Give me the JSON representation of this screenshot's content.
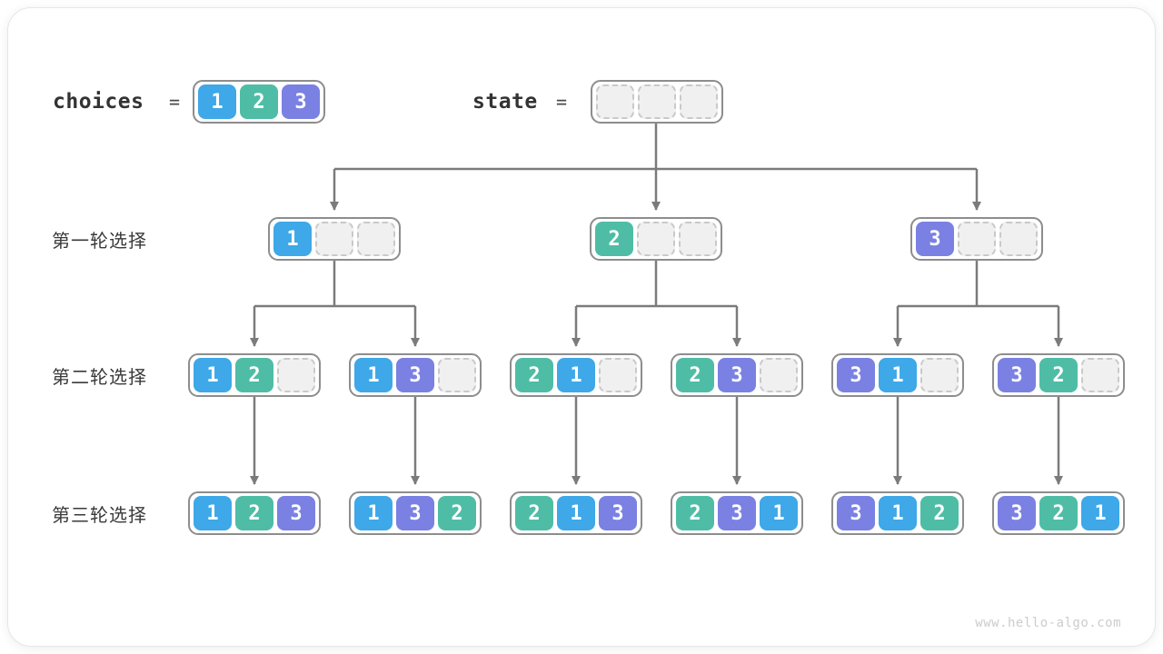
{
  "header": {
    "choices_label": "choices",
    "equals_sign": "=",
    "state_label": "state",
    "choices_values": [
      1,
      2,
      3
    ],
    "state_values": [
      null,
      null,
      null
    ]
  },
  "rows": [
    {
      "label": "第一轮选择",
      "nodes": [
        [
          1,
          null,
          null
        ],
        [
          2,
          null,
          null
        ],
        [
          3,
          null,
          null
        ]
      ]
    },
    {
      "label": "第二轮选择",
      "nodes": [
        [
          1,
          2,
          null
        ],
        [
          1,
          3,
          null
        ],
        [
          2,
          1,
          null
        ],
        [
          2,
          3,
          null
        ],
        [
          3,
          1,
          null
        ],
        [
          3,
          2,
          null
        ]
      ]
    },
    {
      "label": "第三轮选择",
      "nodes": [
        [
          1,
          2,
          3
        ],
        [
          1,
          3,
          2
        ],
        [
          2,
          1,
          3
        ],
        [
          2,
          3,
          1
        ],
        [
          3,
          1,
          2
        ],
        [
          3,
          2,
          1
        ]
      ]
    }
  ],
  "colors": {
    "value1": "#3EA8E8",
    "value2": "#4FBDA6",
    "value3": "#7A81E3",
    "arrow": "#7b7b7b",
    "node_border": "#8d8d8d",
    "empty_cell_bg": "#f0f0f0",
    "empty_cell_border": "#c9c9c9"
  },
  "watermark": "www.hello-algo.com"
}
